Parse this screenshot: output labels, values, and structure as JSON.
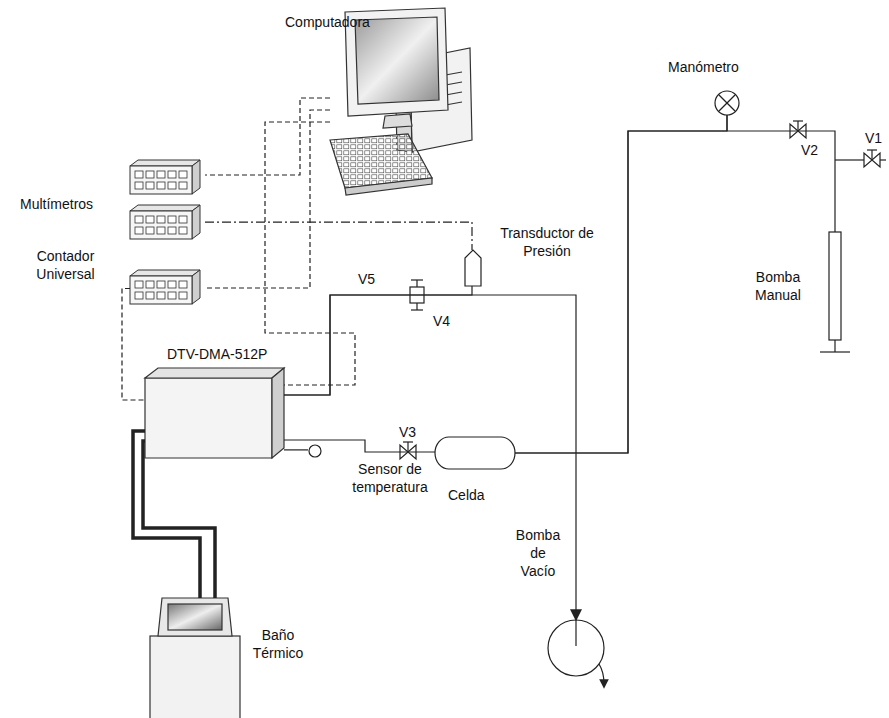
{
  "diagram": {
    "nodes": [
      {
        "text": [
          "Computadora"
        ]
      },
      {
        "text": [
          "Multímetros"
        ]
      },
      {
        "text": [
          "Contador Universal"
        ]
      },
      {
        "text": [
          "Transductor de Presión"
        ]
      },
      {
        "text": [
          "Manómetro"
        ]
      },
      {
        "text": [
          "DTV-DMA-512P"
        ]
      },
      {
        "text": [
          "Sensor de temperatura"
        ]
      },
      {
        "text": [
          "Celda"
        ]
      },
      {
        "text": [
          "Bomba Manual"
        ]
      },
      {
        "text": [
          "Bomba de Vacío"
        ]
      },
      {
        "text": [
          "Baño Térmico"
        ]
      }
    ],
    "edges": [
      {
        "from": 0,
        "to": 1,
        "arrow": "none"
      },
      {
        "from": 0,
        "to": 2,
        "arrow": "none"
      },
      {
        "from": 0,
        "to": 5,
        "arrow": "none"
      },
      {
        "from": 1,
        "to": 3,
        "arrow": "none"
      },
      {
        "from": 2,
        "to": 5,
        "arrow": "none"
      },
      {
        "from": 5,
        "to": 3,
        "arrow": "none"
      },
      {
        "from": 5,
        "to": 9,
        "arrow": "to"
      },
      {
        "from": 5,
        "to": 6,
        "arrow": "none"
      },
      {
        "from": 5,
        "to": 7,
        "arrow": "none"
      },
      {
        "from": 7,
        "to": 4,
        "arrow": "none"
      },
      {
        "from": 7,
        "to": 8,
        "arrow": "none"
      },
      {
        "from": 5,
        "to": 10,
        "arrow": "none"
      }
    ],
    "labels": [
      "V5",
      "V4",
      "V3",
      "V2",
      "V1"
    ]
  }
}
